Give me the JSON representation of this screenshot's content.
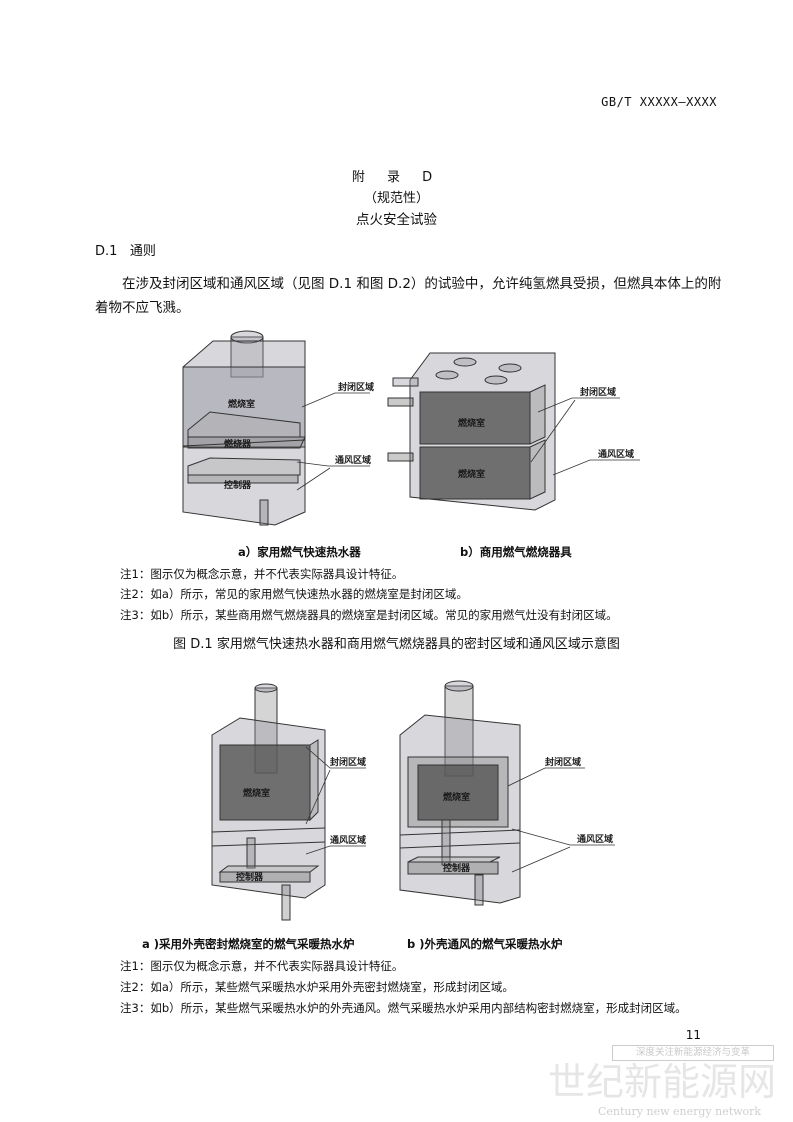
{
  "header": {
    "standard_number": "GB/T XXXXX—XXXX"
  },
  "appendix": {
    "title": "附 录 D",
    "type": "（规范性）",
    "name": "点火安全试验"
  },
  "section": {
    "number": "D.1",
    "title": "通则"
  },
  "paragraph": "在涉及封闭区域和通风区域（见图 D.1 和图 D.2）的试验中，允许纯氢燃具受损，但燃具本体上的附着物不应飞溅。",
  "figure_d1": {
    "a": {
      "labels": {
        "sealed": "封闭区域",
        "chamber": "燃烧室",
        "burner": "燃烧器",
        "ventilated": "通风区域",
        "controller": "控制器"
      },
      "caption": "a）家用燃气快速热水器"
    },
    "b": {
      "labels": {
        "sealed": "封闭区域",
        "chamber1": "燃烧室",
        "chamber2": "燃烧室",
        "ventilated": "通风区域"
      },
      "caption": "b）商用燃气燃烧器具"
    },
    "notes": [
      "注1：图示仅为概念示意，并不代表实际器具设计特征。",
      "注2：如a）所示，常见的家用燃气快速热水器的燃烧室是封闭区域。",
      "注3：如b）所示，某些商用燃气燃烧器具的燃烧室是封闭区域。常见的家用燃气灶没有封闭区域。"
    ],
    "title": "图 D.1  家用燃气快速热水器和商用燃气燃烧器具的密封区域和通风区域示意图"
  },
  "figure_d2": {
    "a": {
      "labels": {
        "sealed": "封闭区域",
        "chamber": "燃烧室",
        "ventilated": "通风区域",
        "controller": "控制器"
      },
      "caption": "a )采用外壳密封燃烧室的燃气采暖热水炉"
    },
    "b": {
      "labels": {
        "sealed": "封闭区域",
        "chamber": "燃烧室",
        "ventilated": "通风区域",
        "controller": "控制器"
      },
      "caption": "b )外壳通风的燃气采暖热水炉"
    },
    "notes": [
      "注1：图示仅为概念示意，并不代表实际器具设计特征。",
      "注2：如a）所示，某些燃气采暖热水炉采用外壳密封燃烧室，形成封闭区域。",
      "注3：如b）所示，某些燃气采暖热水炉的外壳通风。燃气采暖热水炉采用内部结构密封燃烧室，形成封闭区域。"
    ]
  },
  "footer": {
    "page_number": "11"
  },
  "watermark": {
    "slogan": "深度关注新能源经济与变革",
    "name": "世纪新能源网",
    "english": "Century new energy network"
  }
}
